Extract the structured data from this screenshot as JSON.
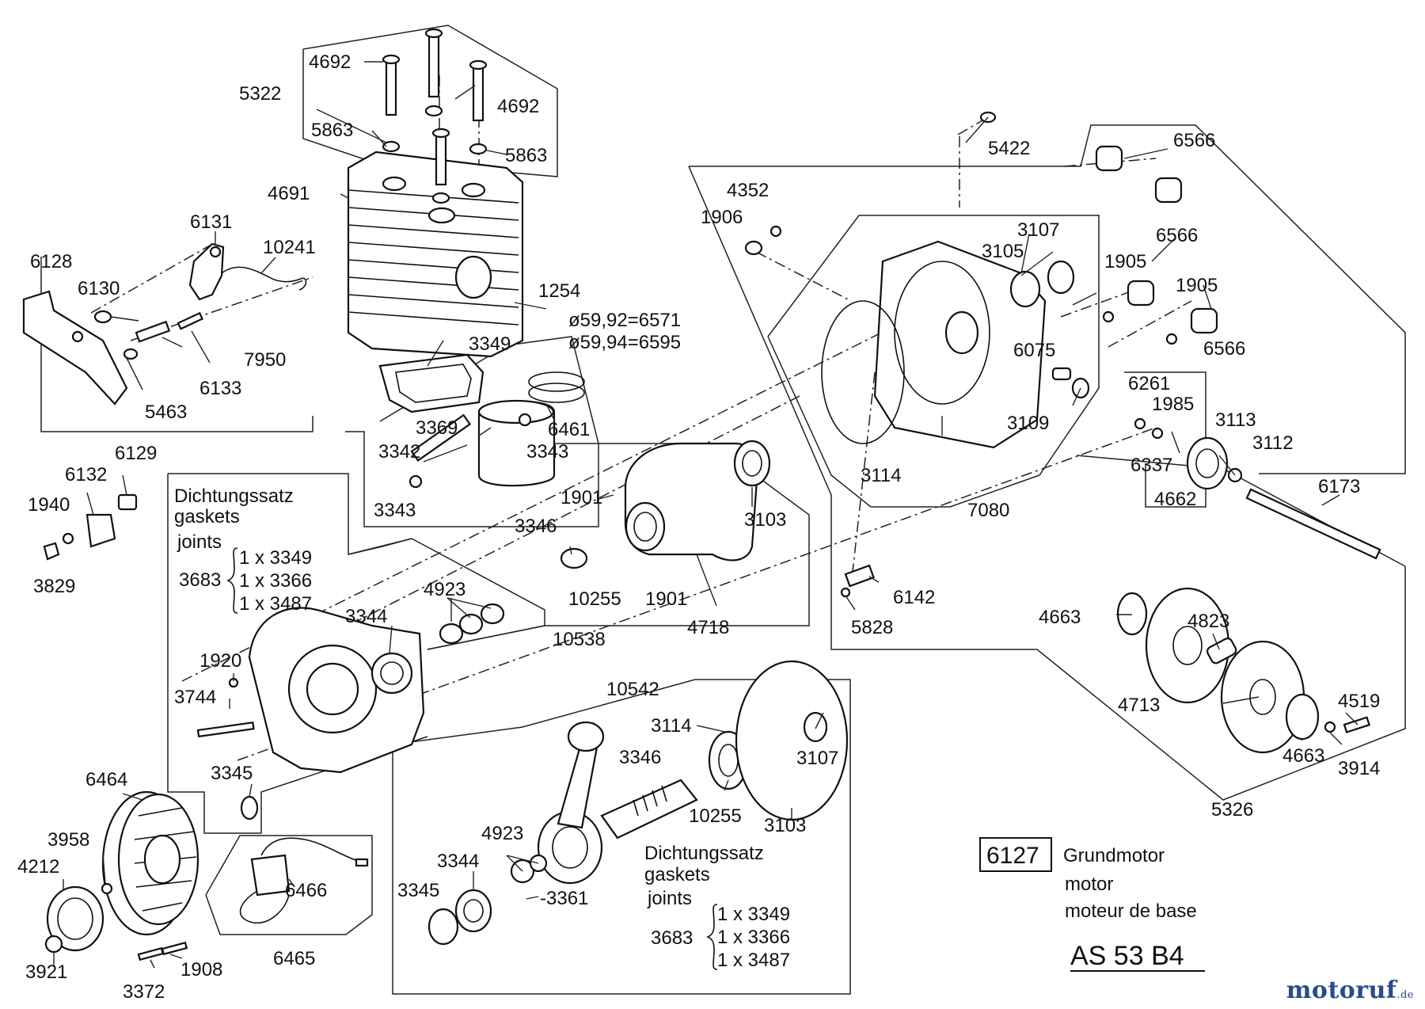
{
  "diagram": {
    "model": "AS 53 B4",
    "main_part_number": "6127",
    "main_part_names": [
      "Grundmotor",
      "motor",
      "moteur de base"
    ],
    "gasket_set_1": {
      "title": [
        "Dichtungssatz",
        "gaskets",
        "joints"
      ],
      "number": "3683",
      "items": [
        "1 x 3349",
        "1 x 3366",
        "1 x 3487"
      ]
    },
    "gasket_set_2": {
      "title": [
        "Dichtungssatz",
        "gaskets",
        "joints"
      ],
      "number": "3683",
      "items": [
        "1 x 3349",
        "1 x 3366",
        "1 x 3487"
      ]
    },
    "watermark": {
      "brand": "motoruf",
      "suffix": ".de"
    },
    "labels": [
      {
        "id": "l4692a",
        "text": "4692"
      },
      {
        "id": "l5322",
        "text": "5322"
      },
      {
        "id": "l4692b",
        "text": "4692"
      },
      {
        "id": "l5863a",
        "text": "5863"
      },
      {
        "id": "l5863b",
        "text": "5863"
      },
      {
        "id": "l4691",
        "text": "4691"
      },
      {
        "id": "l6131",
        "text": "6131"
      },
      {
        "id": "l10241",
        "text": "10241"
      },
      {
        "id": "l6128",
        "text": "6128"
      },
      {
        "id": "l6130",
        "text": "6130"
      },
      {
        "id": "l1254",
        "text": "1254"
      },
      {
        "id": "l6571",
        "text": "ø59,92=6571"
      },
      {
        "id": "l6595",
        "text": "ø59,94=6595"
      },
      {
        "id": "l7950",
        "text": "7950"
      },
      {
        "id": "l3349",
        "text": "3349"
      },
      {
        "id": "l6133",
        "text": "6133"
      },
      {
        "id": "l5463",
        "text": "5463"
      },
      {
        "id": "l6461",
        "text": "6461"
      },
      {
        "id": "l3369",
        "text": "3369"
      },
      {
        "id": "l3342",
        "text": "3342"
      },
      {
        "id": "l3343a",
        "text": "3343"
      },
      {
        "id": "l3343b",
        "text": "3343"
      },
      {
        "id": "l6129",
        "text": "6129"
      },
      {
        "id": "l6132",
        "text": "6132"
      },
      {
        "id": "l1940",
        "text": "1940"
      },
      {
        "id": "l3829",
        "text": "3829"
      },
      {
        "id": "l5422",
        "text": "5422"
      },
      {
        "id": "l6566a",
        "text": "6566"
      },
      {
        "id": "l4352",
        "text": "4352"
      },
      {
        "id": "l1906",
        "text": "1906"
      },
      {
        "id": "l3107a",
        "text": "3107"
      },
      {
        "id": "l3105",
        "text": "3105"
      },
      {
        "id": "l6566b",
        "text": "6566"
      },
      {
        "id": "l1905a",
        "text": "1905"
      },
      {
        "id": "l1905b",
        "text": "1905"
      },
      {
        "id": "l6075",
        "text": "6075"
      },
      {
        "id": "l6566c",
        "text": "6566"
      },
      {
        "id": "l6261",
        "text": "6261"
      },
      {
        "id": "l1985",
        "text": "1985"
      },
      {
        "id": "l3109",
        "text": "3109"
      },
      {
        "id": "l3113",
        "text": "3113"
      },
      {
        "id": "l3112",
        "text": "3112"
      },
      {
        "id": "l6337",
        "text": "6337"
      },
      {
        "id": "l3114a",
        "text": "3114"
      },
      {
        "id": "l4662",
        "text": "4662"
      },
      {
        "id": "l6173",
        "text": "6173"
      },
      {
        "id": "l7080",
        "text": "7080"
      },
      {
        "id": "l1901a",
        "text": "1901"
      },
      {
        "id": "l3103a",
        "text": "3103"
      },
      {
        "id": "l3346a",
        "text": "3346"
      },
      {
        "id": "l10255a",
        "text": "10255"
      },
      {
        "id": "l1901b",
        "text": "1901"
      },
      {
        "id": "l6142",
        "text": "6142"
      },
      {
        "id": "l5828",
        "text": "5828"
      },
      {
        "id": "l4923a",
        "text": "4923"
      },
      {
        "id": "l3344a",
        "text": "3344"
      },
      {
        "id": "l10538",
        "text": "10538"
      },
      {
        "id": "l4718",
        "text": "4718"
      },
      {
        "id": "l4663a",
        "text": "4663"
      },
      {
        "id": "l4823",
        "text": "4823"
      },
      {
        "id": "l1920",
        "text": "1920"
      },
      {
        "id": "l3744",
        "text": "3744"
      },
      {
        "id": "l10542",
        "text": "10542"
      },
      {
        "id": "l4713",
        "text": "4713"
      },
      {
        "id": "l4519",
        "text": "4519"
      },
      {
        "id": "l3114b",
        "text": "3114"
      },
      {
        "id": "l3346b",
        "text": "3346"
      },
      {
        "id": "l3107b",
        "text": "3107"
      },
      {
        "id": "l4663b",
        "text": "4663"
      },
      {
        "id": "l3914",
        "text": "3914"
      },
      {
        "id": "l6464",
        "text": "6464"
      },
      {
        "id": "l3345a",
        "text": "3345"
      },
      {
        "id": "l10255b",
        "text": "10255"
      },
      {
        "id": "l3103b",
        "text": "3103"
      },
      {
        "id": "l5326",
        "text": "5326"
      },
      {
        "id": "l3958",
        "text": "3958"
      },
      {
        "id": "l4923b",
        "text": "4923"
      },
      {
        "id": "l4212",
        "text": "4212"
      },
      {
        "id": "l3344b",
        "text": "3344"
      },
      {
        "id": "l6466",
        "text": "6466"
      },
      {
        "id": "l3345b",
        "text": "3345"
      },
      {
        "id": "l3361",
        "text": "-3361"
      },
      {
        "id": "l3921",
        "text": "3921"
      },
      {
        "id": "l1908",
        "text": "1908"
      },
      {
        "id": "l6465",
        "text": "6465"
      },
      {
        "id": "l3372",
        "text": "3372"
      }
    ]
  }
}
